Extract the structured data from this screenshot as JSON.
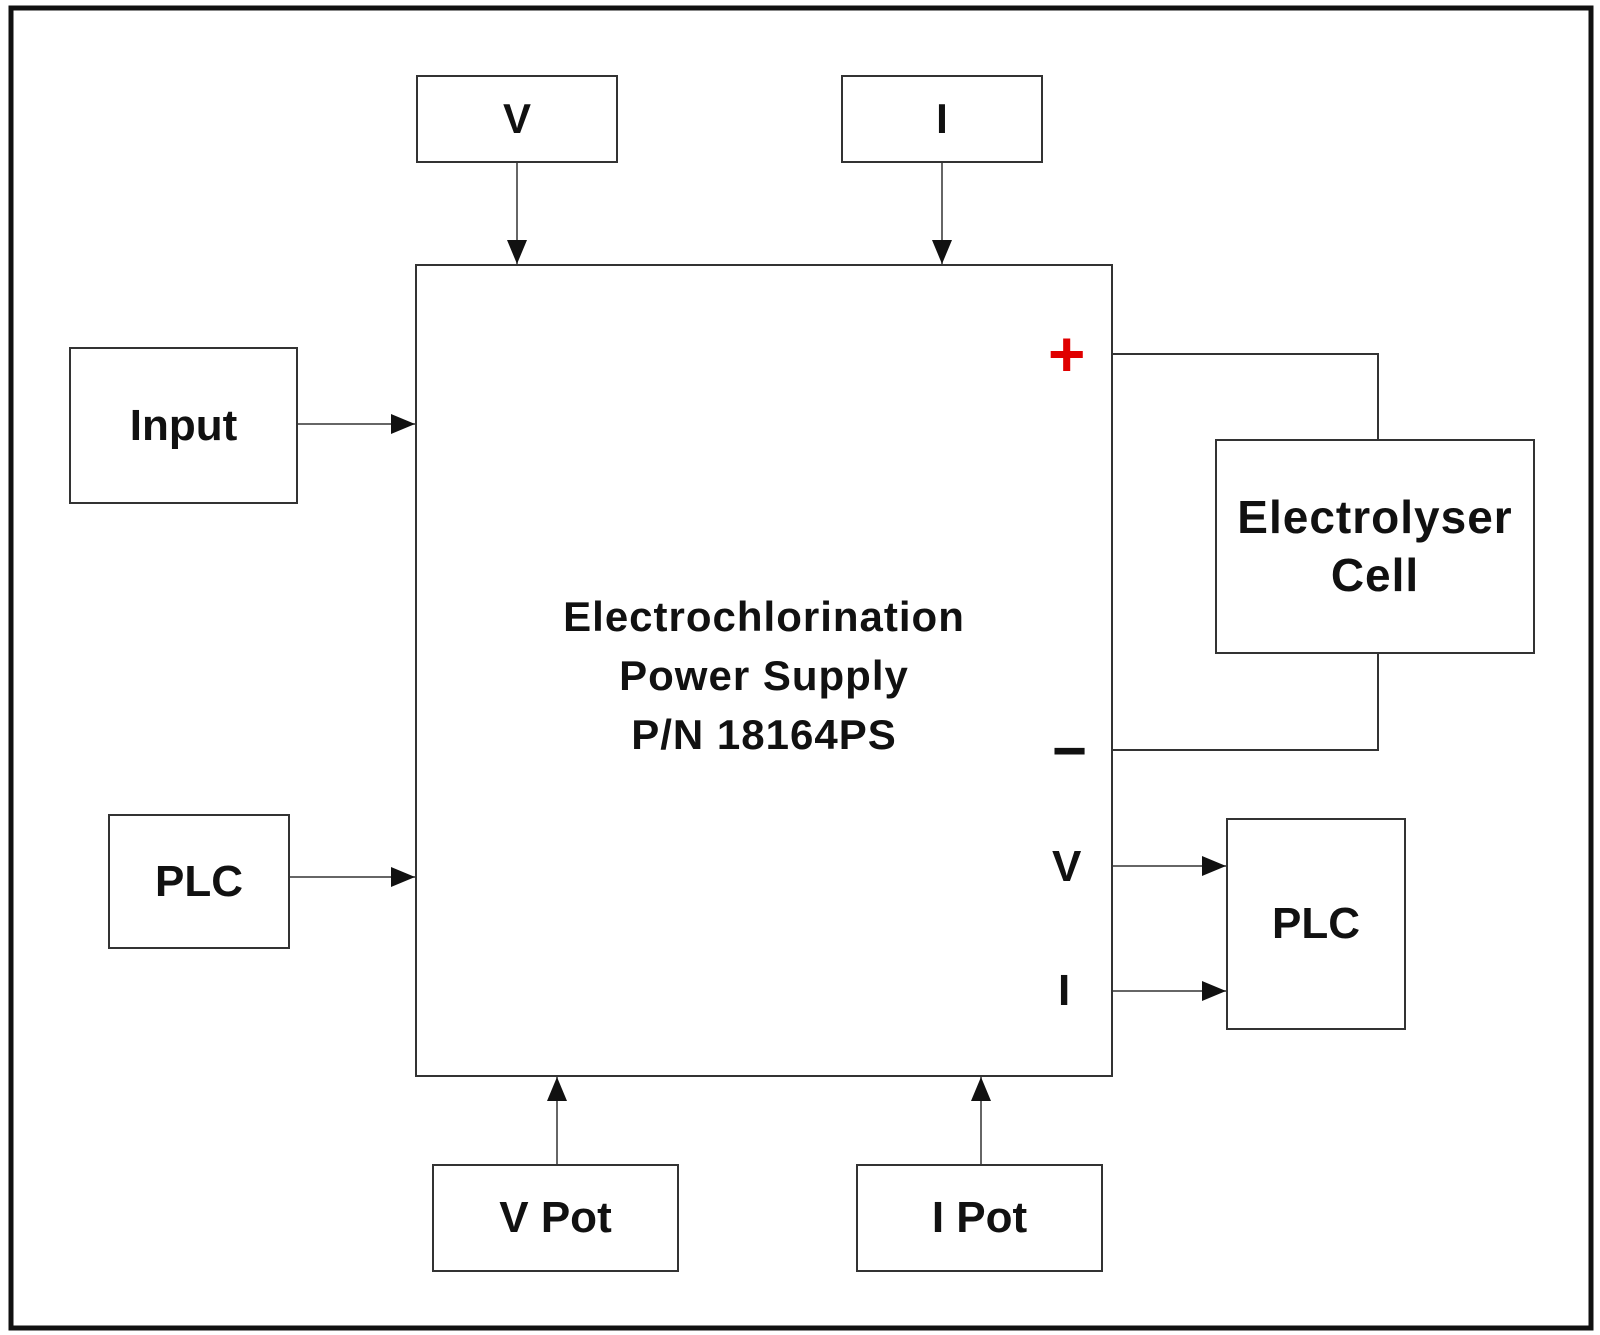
{
  "diagram": {
    "top": {
      "v_label": "V",
      "i_label": "I"
    },
    "left": {
      "input_label": "Input",
      "plc_label": "PLC"
    },
    "center": {
      "line1": "Electrochlorination",
      "line2": "Power Supply",
      "line3": "P/N 18164PS"
    },
    "terminals": {
      "plus": "+",
      "minus": "−",
      "v_out": "V",
      "i_out": "I"
    },
    "right": {
      "cell_line1": "Electrolyser",
      "cell_line2": "Cell",
      "plc_label": "PLC"
    },
    "bottom": {
      "vpot_label": "V Pot",
      "ipot_label": "I Pot"
    },
    "colors": {
      "plus": "#e00000",
      "stroke": "#333333",
      "frame": "#111111"
    }
  }
}
